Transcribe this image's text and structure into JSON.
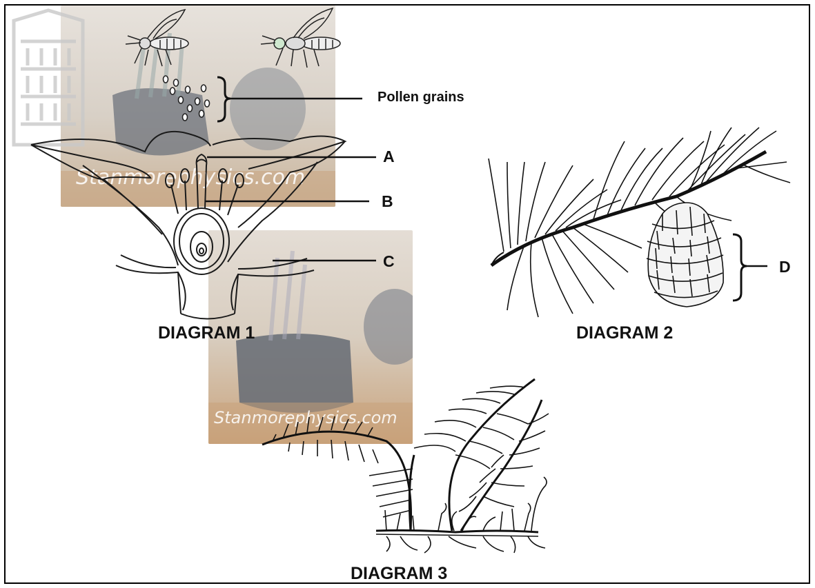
{
  "diagram_1": {
    "caption": "DIAGRAM 1",
    "labels": {
      "pollen": "Pollen grains",
      "a": "A",
      "b": "B",
      "c": "C"
    }
  },
  "diagram_2": {
    "caption": "DIAGRAM 2",
    "labels": {
      "d": "D"
    }
  },
  "diagram_3": {
    "caption": "DIAGRAM 3"
  },
  "watermarks": {
    "top": "Stanmorephysics.com",
    "middle": "Stanmorephysics.com"
  },
  "colors": {
    "line": "#1a1a1a",
    "photo_top_bg": "#d9cfc2",
    "photo_mid_bg": "#d7cbbd",
    "pot": "#6d737c"
  }
}
